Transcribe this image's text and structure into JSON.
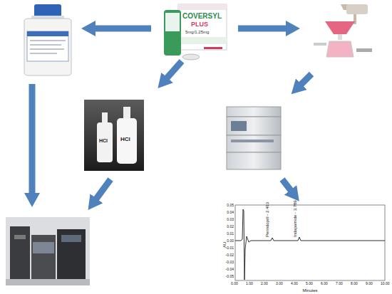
{
  "diagram": {
    "labels": [
      "COVERSYL",
      "PLUS",
      "5mg/1.25mg",
      "HCl",
      "HCl",
      "Perindopril - 2.463",
      "Indapamide - 3.789",
      "AU",
      "Minutes",
      "0.05",
      "0.04",
      "0.03",
      "0.02",
      "0.01",
      "0.00",
      "-0.01",
      "-0.02",
      "-0.03",
      "-0.04",
      "-0.05",
      "0.00",
      "1.00",
      "2.00",
      "3.00",
      "4.00",
      "5.00",
      "6.00",
      "7.00",
      "8.00",
      "9.00",
      "10.00"
    ]
  }
}
